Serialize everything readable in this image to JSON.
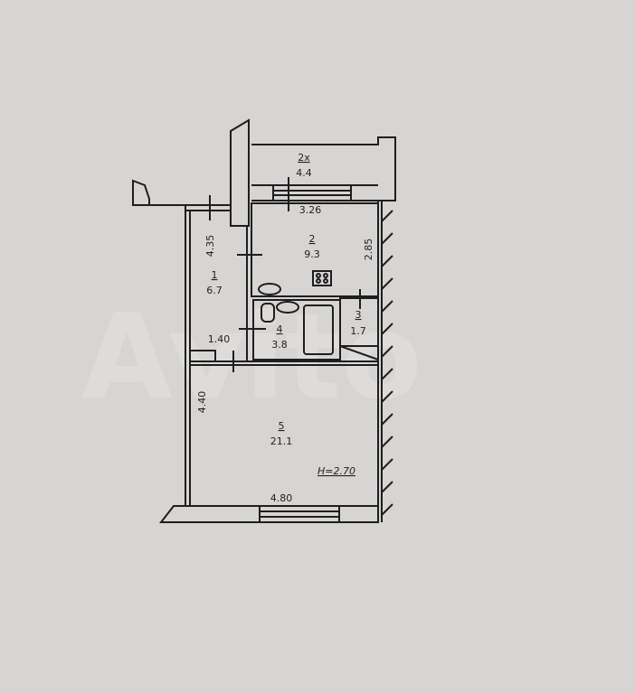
{
  "watermark": "Avito",
  "rooms": [
    {
      "id": "2х",
      "area": "4.4"
    },
    {
      "id": "2",
      "area": "9.3"
    },
    {
      "id": "1",
      "area": "6.7"
    },
    {
      "id": "3",
      "area": "1.7"
    },
    {
      "id": "4",
      "area": "3.8"
    },
    {
      "id": "5",
      "area": "21.1"
    }
  ],
  "dimensions": {
    "balcony_width": "3.26",
    "kitchen_length": "2.85",
    "hall_length": "4.35",
    "hall_width": "1.40",
    "living_length": "4.40",
    "living_width": "4.80"
  },
  "ceiling_height": "H=2.70"
}
